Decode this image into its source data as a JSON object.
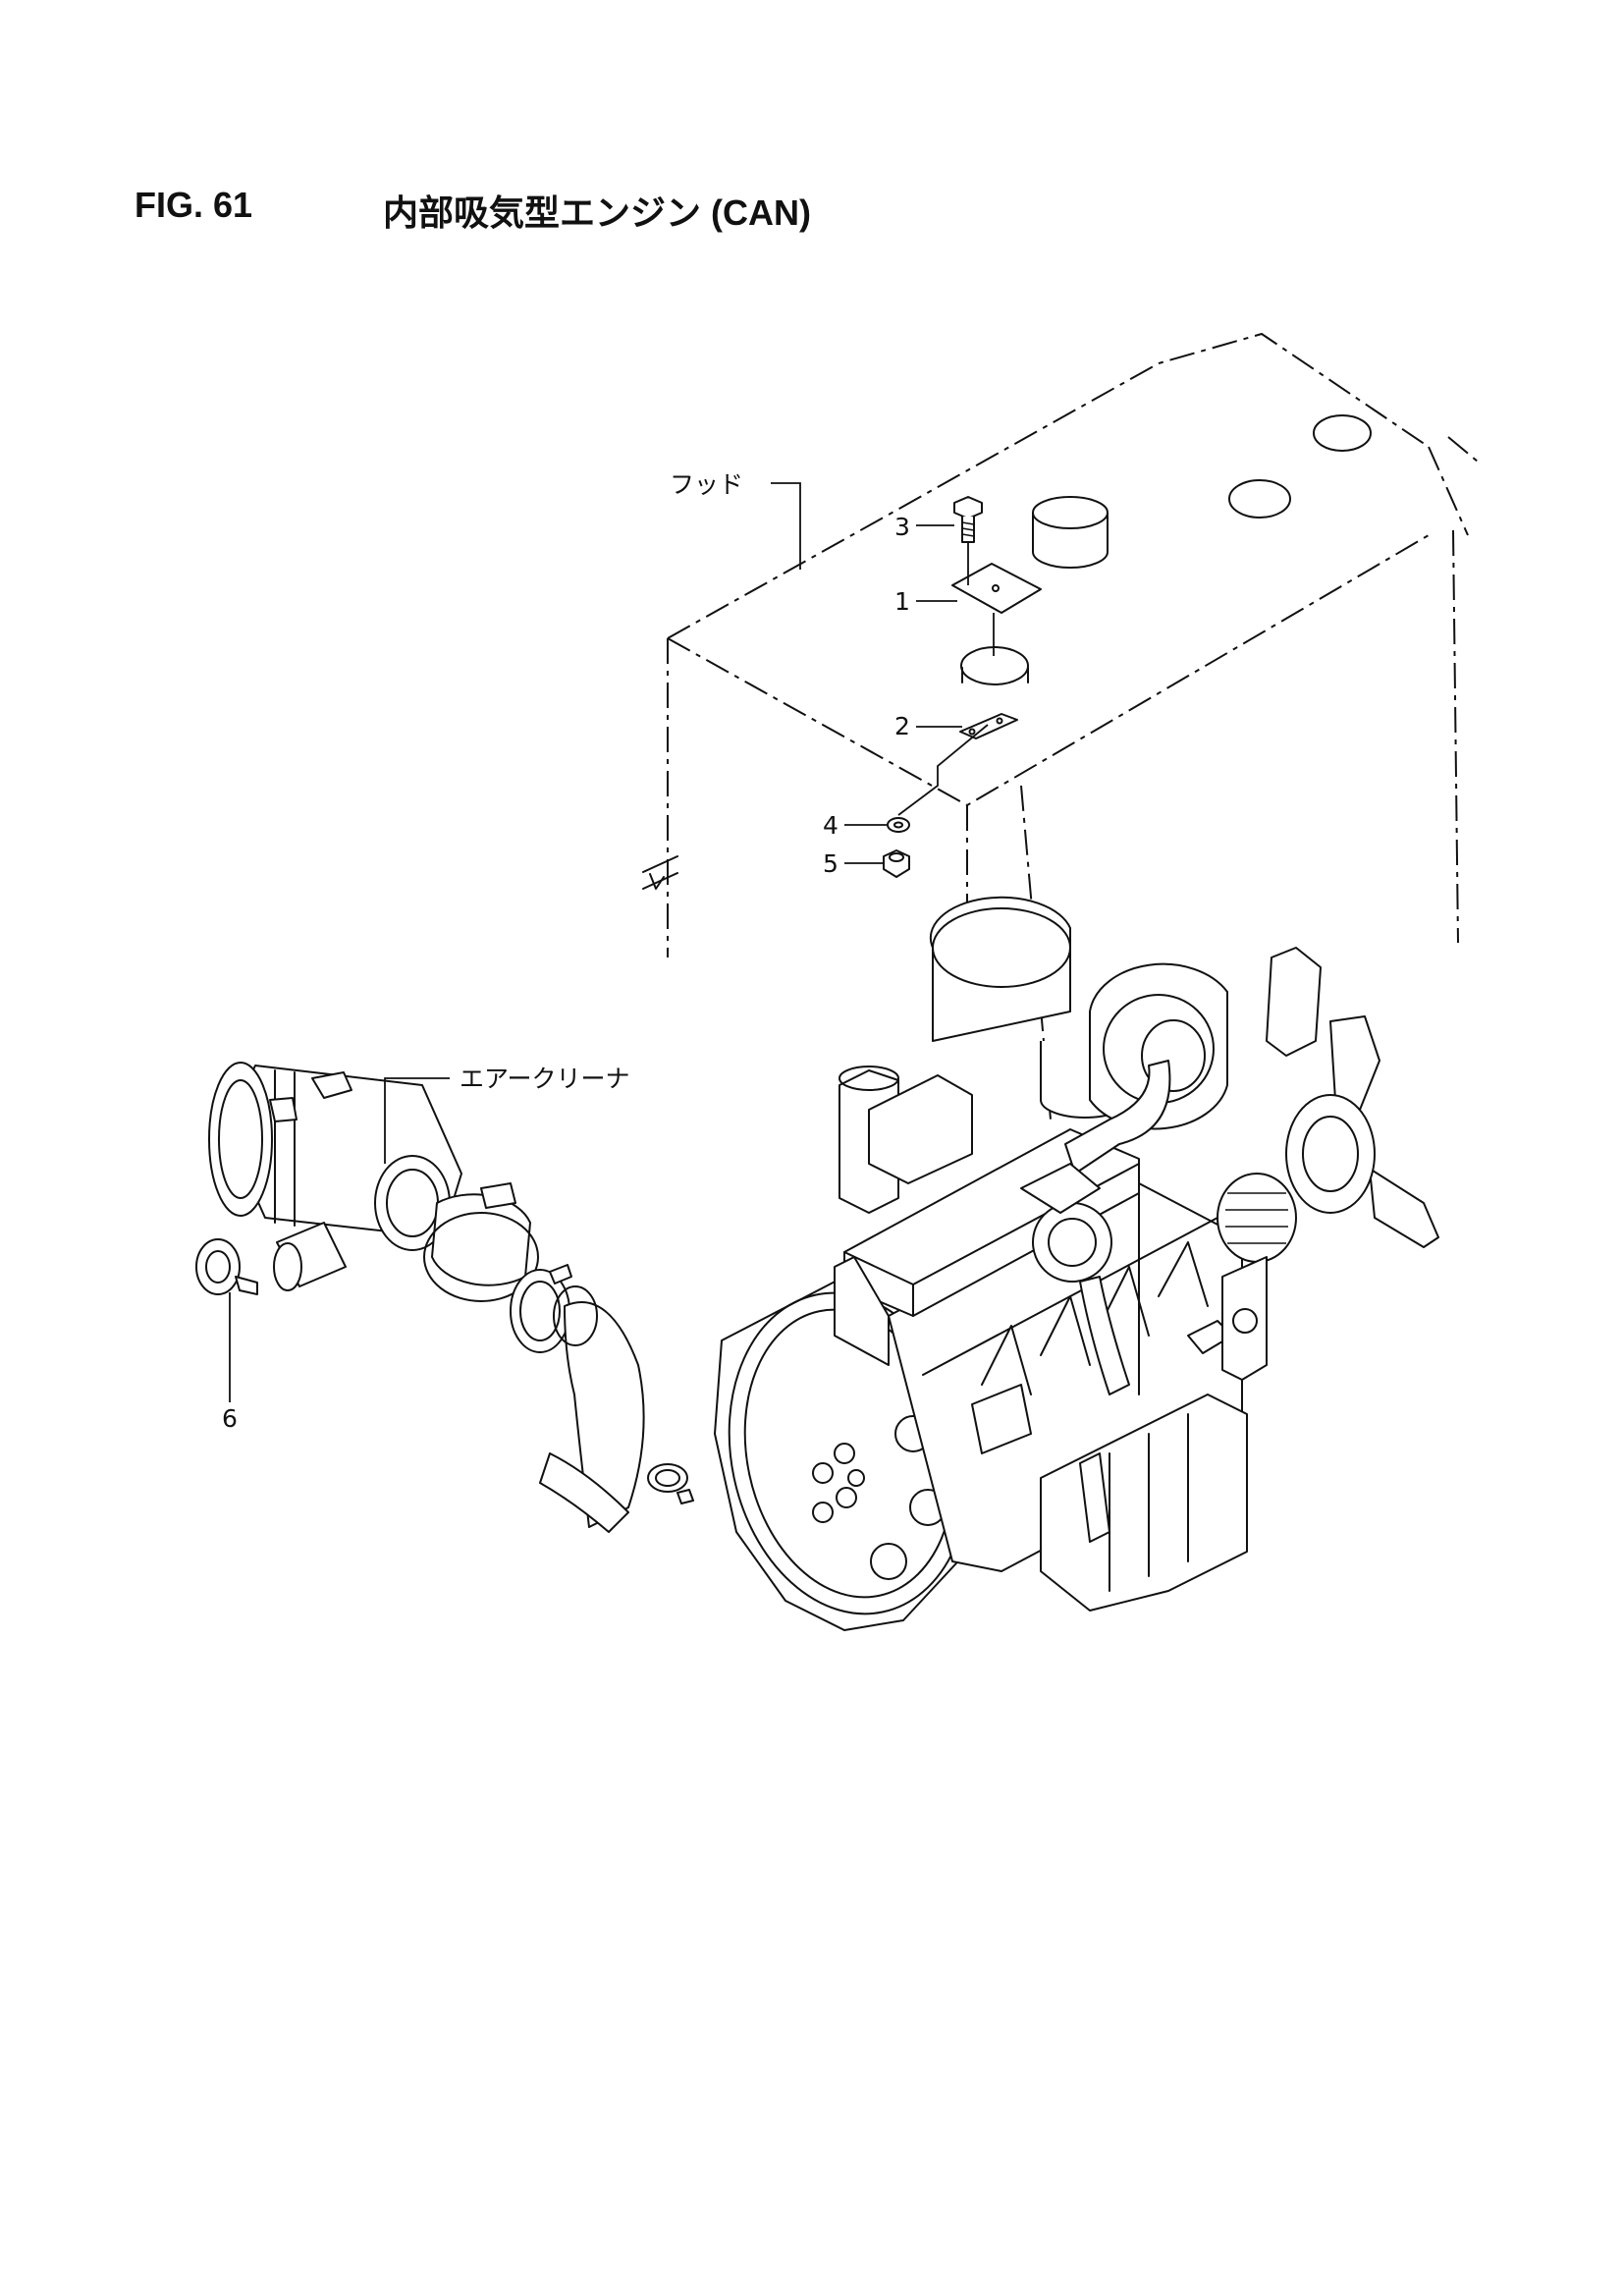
{
  "figure": {
    "number": "FIG. 61",
    "title": "内部吸気型エンジン (CAN)"
  },
  "labels": {
    "hood": "フッド",
    "air_cleaner": "エアークリーナ"
  },
  "callouts": [
    {
      "no": "1",
      "part": "plate"
    },
    {
      "no": "2",
      "part": "bracket"
    },
    {
      "no": "3",
      "part": "bolt"
    },
    {
      "no": "4",
      "part": "washer"
    },
    {
      "no": "5",
      "part": "nut"
    },
    {
      "no": "6",
      "part": "rubber-cap"
    }
  ]
}
